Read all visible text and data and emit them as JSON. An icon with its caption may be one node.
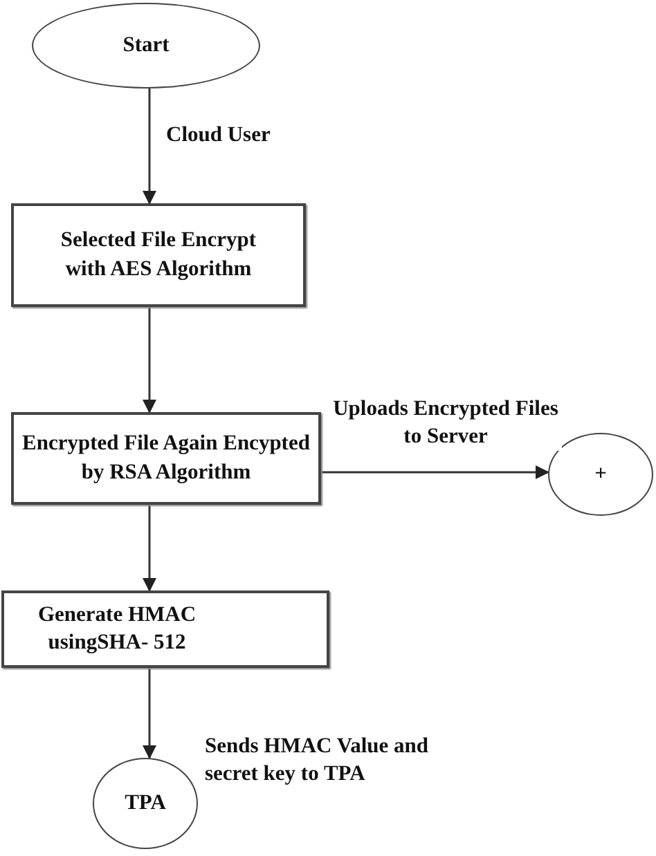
{
  "diagram": {
    "nodes": [
      {
        "text": [
          "Start"
        ]
      },
      {
        "text": [
          "Selected File Encrypt with AES Algorithm"
        ]
      },
      {
        "text": [
          "Encrypted File Again Encypted by RSA Algorithm"
        ]
      },
      {
        "text": [
          "+"
        ]
      },
      {
        "text": [
          "Generate HMAC usingSHA- 512"
        ]
      },
      {
        "text": [
          "TPA"
        ]
      }
    ],
    "edges": [
      {
        "from": 0,
        "to": 1,
        "arrow": "to",
        "label": "Cloud User"
      },
      {
        "from": 1,
        "to": 2,
        "arrow": "to"
      },
      {
        "from": 2,
        "to": 3,
        "arrow": "to",
        "label": "Uploads Encrypted Files to Server"
      },
      {
        "from": 2,
        "to": 4,
        "arrow": "to"
      },
      {
        "from": 4,
        "to": 5,
        "arrow": "to",
        "label": "Sends HMAC Value and secret key to TPA"
      }
    ]
  }
}
